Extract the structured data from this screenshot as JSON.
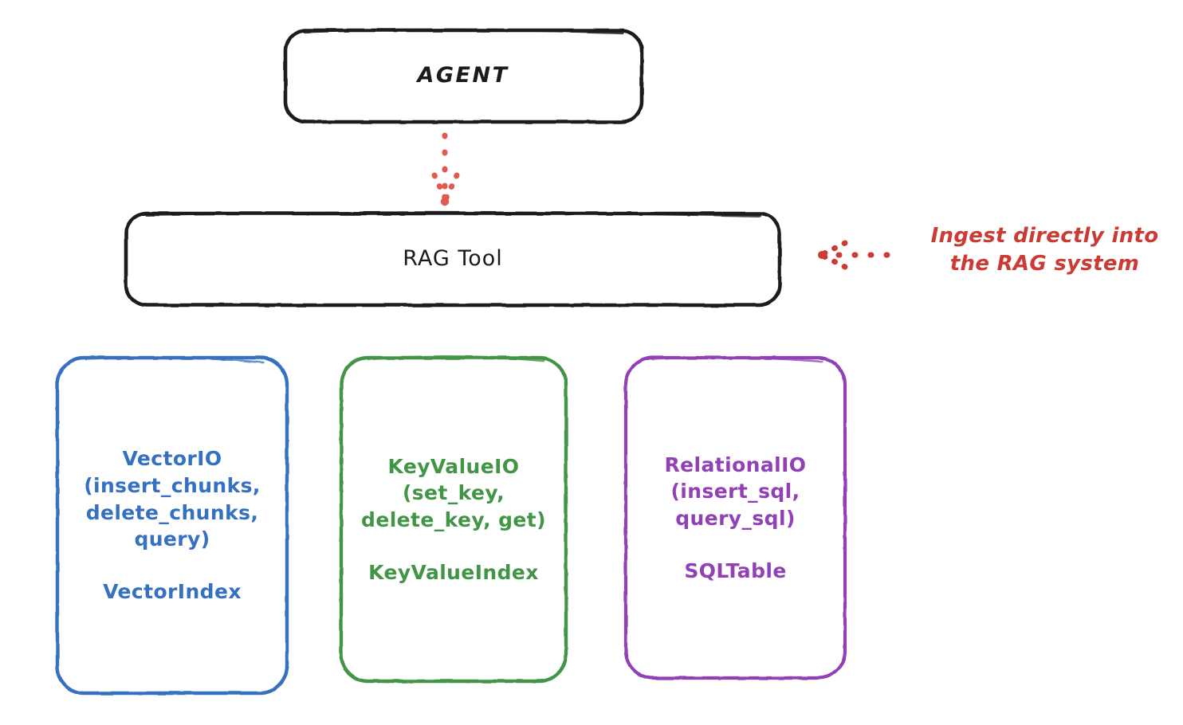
{
  "diagram": {
    "title": "RAG Tool architecture (hand-drawn style)",
    "background": "#ffffff",
    "nodes": {
      "agent": {
        "label": "AGENT",
        "color": "#1b1b1b"
      },
      "rag_tool": {
        "label": "RAG Tool",
        "color": "#1b1b1b"
      },
      "vector_io": {
        "label": "VectorIO\n(insert_chunks,\ndelete_chunks,\nquery)",
        "secondary_label": "VectorIndex",
        "color": "#3571c0"
      },
      "key_value_io": {
        "label": "KeyValueIO\n(set_key,\ndelete_key, get)",
        "secondary_label": "KeyValueIndex",
        "color": "#429546"
      },
      "relational_io": {
        "label": "RelationalIO\n(insert_sql,\nquery_sql)",
        "secondary_label": "SQLTable",
        "color": "#9140b6"
      }
    },
    "annotations": {
      "ingest": {
        "text": "Ingest directly into\nthe RAG system",
        "color": "#cb3b34"
      }
    },
    "connectors": {
      "agent_to_rag": {
        "style": "dotted-arrow-down",
        "color": "#e15a52"
      },
      "ingest_to_rag": {
        "style": "dotted-arrow-left",
        "color": "#cb3b34"
      }
    }
  }
}
